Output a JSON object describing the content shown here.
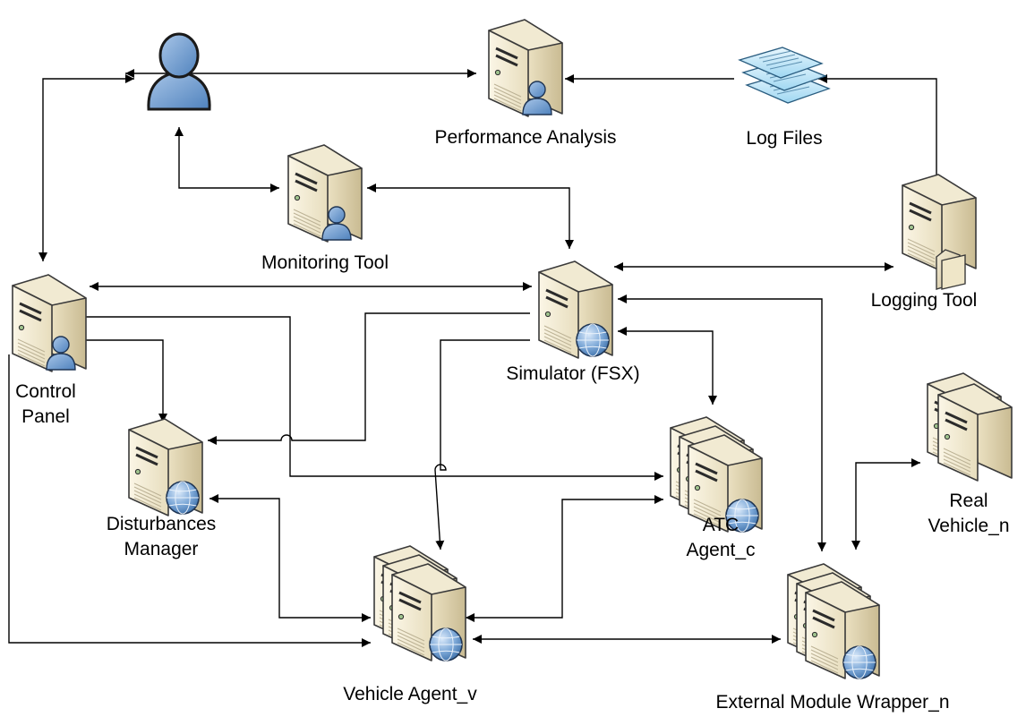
{
  "diagram": {
    "nodes": [
      {
        "id": "user",
        "kind": "user",
        "label_lines": []
      },
      {
        "id": "perf",
        "kind": "server-user",
        "label_lines": [
          "Performance Analysis"
        ]
      },
      {
        "id": "logfiles",
        "kind": "documents",
        "label_lines": [
          "Log Files"
        ]
      },
      {
        "id": "monitor",
        "kind": "server-user",
        "label_lines": [
          "Monitoring Tool"
        ]
      },
      {
        "id": "logging",
        "kind": "server-folder",
        "label_lines": [
          "Logging Tool"
        ]
      },
      {
        "id": "control",
        "kind": "server-user",
        "label_lines": [
          "Control",
          "Panel"
        ]
      },
      {
        "id": "sim",
        "kind": "server-globe",
        "label_lines": [
          "Simulator (FSX)"
        ]
      },
      {
        "id": "dist",
        "kind": "server-globe",
        "label_lines": [
          "Disturbances",
          "Manager"
        ]
      },
      {
        "id": "atc",
        "kind": "server-stack-globe",
        "label_lines": [
          "ATC",
          "Agent_c"
        ]
      },
      {
        "id": "real",
        "kind": "server-stack",
        "label_lines": [
          "Real",
          "Vehicle_n"
        ]
      },
      {
        "id": "vehicle",
        "kind": "server-stack-globe",
        "label_lines": [
          "Vehicle Agent_v"
        ]
      },
      {
        "id": "ext",
        "kind": "server-stack-globe",
        "label_lines": [
          "External Module Wrapper_n"
        ]
      }
    ],
    "edges": [
      {
        "id": "user-perf",
        "from": "user",
        "to": "perf",
        "arrows": "both"
      },
      {
        "id": "logfiles-perf",
        "from": "logfiles",
        "to": "perf",
        "arrows": "end"
      },
      {
        "id": "logging-logfiles",
        "from": "logging",
        "to": "logfiles",
        "arrows": "end"
      },
      {
        "id": "user-control",
        "from": "user",
        "to": "control",
        "arrows": "both"
      },
      {
        "id": "user-monitor",
        "from": "user",
        "to": "monitor",
        "arrows": "both"
      },
      {
        "id": "monitor-sim",
        "from": "monitor",
        "to": "sim",
        "arrows": "both"
      },
      {
        "id": "sim-logging",
        "from": "sim",
        "to": "logging",
        "arrows": "both"
      },
      {
        "id": "control-sim",
        "from": "control",
        "to": "sim",
        "arrows": "both"
      },
      {
        "id": "control-dist",
        "from": "control",
        "to": "dist",
        "arrows": "end"
      },
      {
        "id": "control-atc",
        "from": "control",
        "to": "atc",
        "arrows": "end"
      },
      {
        "id": "control-vehicle",
        "from": "control",
        "to": "vehicle",
        "arrows": "end"
      },
      {
        "id": "sim-dist",
        "from": "sim",
        "to": "dist",
        "arrows": "end"
      },
      {
        "id": "sim-vehicle",
        "from": "sim",
        "to": "vehicle",
        "arrows": "end"
      },
      {
        "id": "sim-atc",
        "from": "sim",
        "to": "atc",
        "arrows": "both"
      },
      {
        "id": "sim-ext",
        "from": "sim",
        "to": "ext",
        "arrows": "both"
      },
      {
        "id": "dist-vehicle",
        "from": "dist",
        "to": "vehicle",
        "arrows": "both"
      },
      {
        "id": "atc-vehicle",
        "from": "atc",
        "to": "vehicle",
        "arrows": "both"
      },
      {
        "id": "vehicle-ext",
        "from": "vehicle",
        "to": "ext",
        "arrows": "both"
      },
      {
        "id": "real-ext",
        "from": "real",
        "to": "ext",
        "arrows": "both"
      }
    ]
  }
}
